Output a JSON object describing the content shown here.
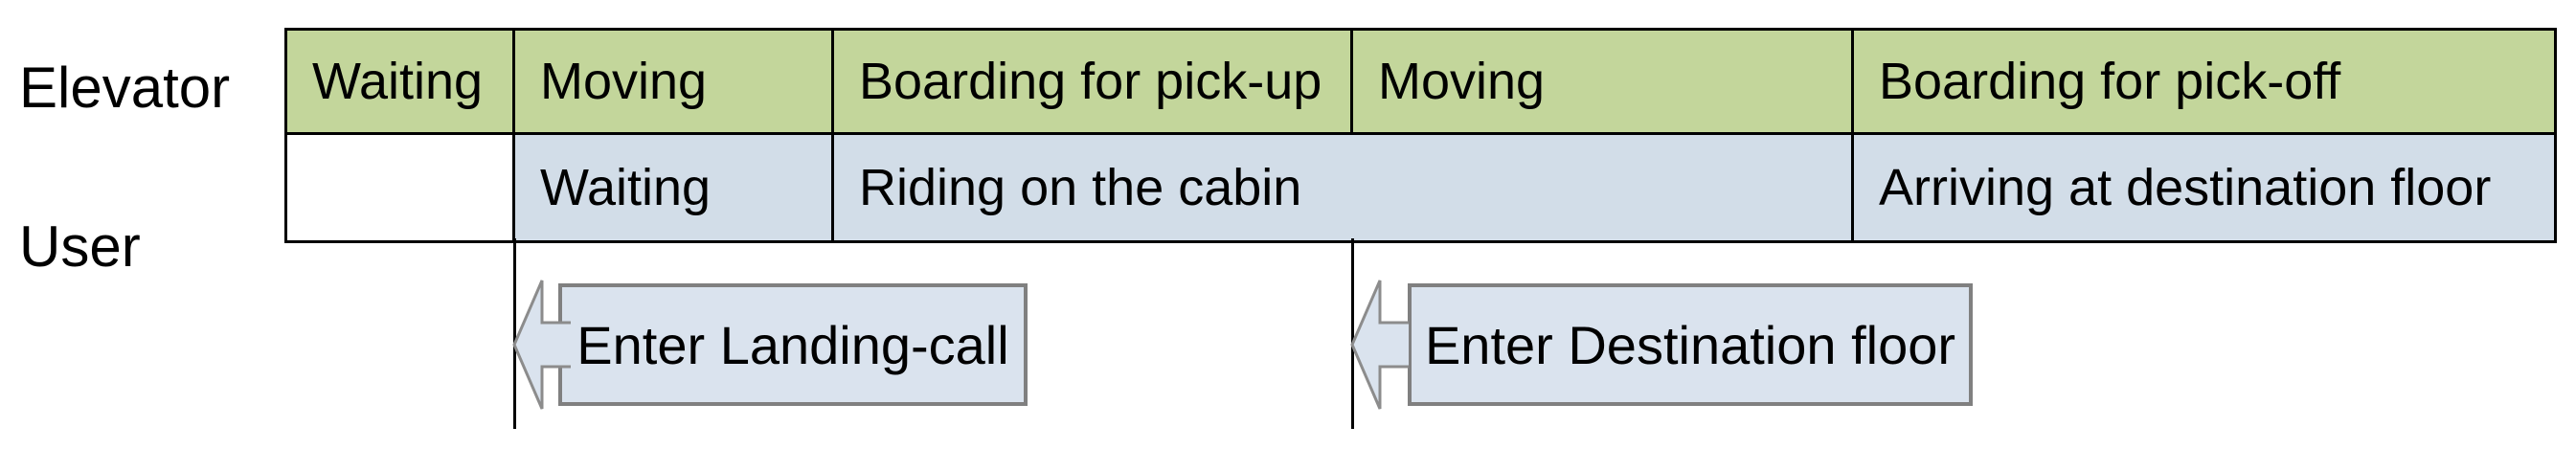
{
  "diagram": {
    "elevator": {
      "label": "Elevator",
      "cells": [
        "Waiting",
        "Moving",
        "Boarding for pick-up",
        "Moving",
        "Boarding for pick-off"
      ]
    },
    "user": {
      "label": "User",
      "cells": [
        "",
        "Waiting",
        "Riding on the cabin",
        "Arriving at destination floor"
      ]
    },
    "callouts": [
      {
        "label": "Enter Landing-call"
      },
      {
        "label": "Enter Destination floor"
      }
    ],
    "colors": {
      "elevator_fill": "#c3d69b",
      "user_fill": "#d2dde8",
      "callout_fill": "#dae3ee",
      "callout_border": "#808080",
      "table_border": "#000000",
      "text": "#000000"
    }
  }
}
